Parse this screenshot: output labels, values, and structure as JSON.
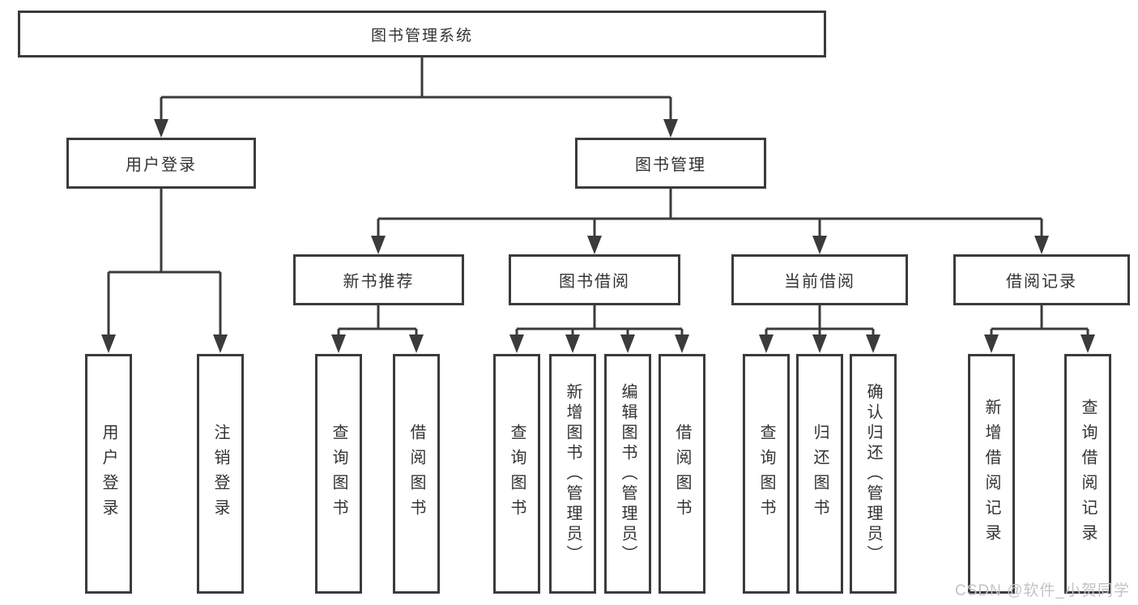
{
  "tree": {
    "label": "图书管理系统",
    "children": [
      {
        "label": "用户登录",
        "children": [
          {
            "label": "用户登录"
          },
          {
            "label": "注销登录"
          }
        ]
      },
      {
        "label": "图书管理",
        "children": [
          {
            "label": "新书推荐",
            "children": [
              {
                "label": "查询图书"
              },
              {
                "label": "借阅图书"
              }
            ]
          },
          {
            "label": "图书借阅",
            "children": [
              {
                "label": "查询图书"
              },
              {
                "label": "新增图书（管理员）"
              },
              {
                "label": "编辑图书（管理员）"
              },
              {
                "label": "借阅图书"
              }
            ]
          },
          {
            "label": "当前借阅",
            "children": [
              {
                "label": "查询图书"
              },
              {
                "label": "归还图书"
              },
              {
                "label": "确认归还（管理员）"
              }
            ]
          },
          {
            "label": "借阅记录",
            "children": [
              {
                "label": "新增借阅记录"
              },
              {
                "label": "查询借阅记录"
              }
            ]
          }
        ]
      }
    ]
  },
  "watermark": "CSDN @软件_小贺同学",
  "colors": {
    "line": "#3b3b3b",
    "text": "#333333",
    "watermark": "#c3c3c3",
    "background": "#ffffff"
  }
}
